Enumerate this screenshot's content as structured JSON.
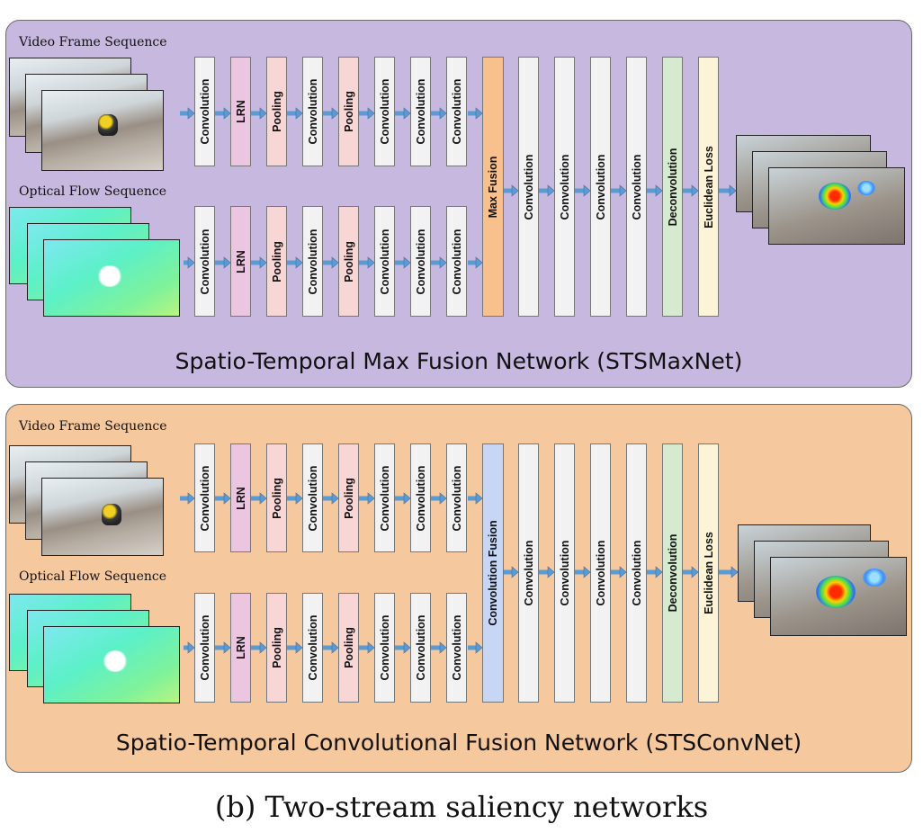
{
  "colors": {
    "panel_max": "#c6b8df",
    "panel_conv": "#f6c89e",
    "convolution": "#f2f2f2",
    "lrn": "#ecc6e1",
    "pooling": "#f8d6d6",
    "max_fusion": "#f8c08c",
    "conv_fusion": "#c6d6f4",
    "deconvolution": "#d6ead0",
    "euclidean_loss": "#fdf3d6",
    "arrow": "#5b9bd5"
  },
  "labels": {
    "video_sequence": "Video Frame Sequence",
    "flow_sequence": "Optical Flow  Sequence",
    "convolution": "Convolution",
    "lrn": "LRN",
    "pooling": "Pooling",
    "max_fusion": "Max Fusion",
    "conv_fusion": "Convolution Fusion",
    "deconvolution": "Deconvolution",
    "euclidean_loss": "Euclidean Loss"
  },
  "panels": {
    "max": {
      "title": "Spatio-Temporal Max Fusion Network (STSMaxNet)"
    },
    "conv": {
      "title": "Spatio-Temporal Convolutional Fusion Network (STSConvNet)"
    }
  },
  "caption": "(b) Two-stream saliency networks",
  "stream_layers": [
    "convolution",
    "lrn",
    "pooling",
    "convolution",
    "pooling",
    "convolution",
    "convolution",
    "convolution"
  ],
  "head_layers": [
    "convolution",
    "convolution",
    "convolution",
    "convolution",
    "deconvolution",
    "euclidean_loss"
  ]
}
